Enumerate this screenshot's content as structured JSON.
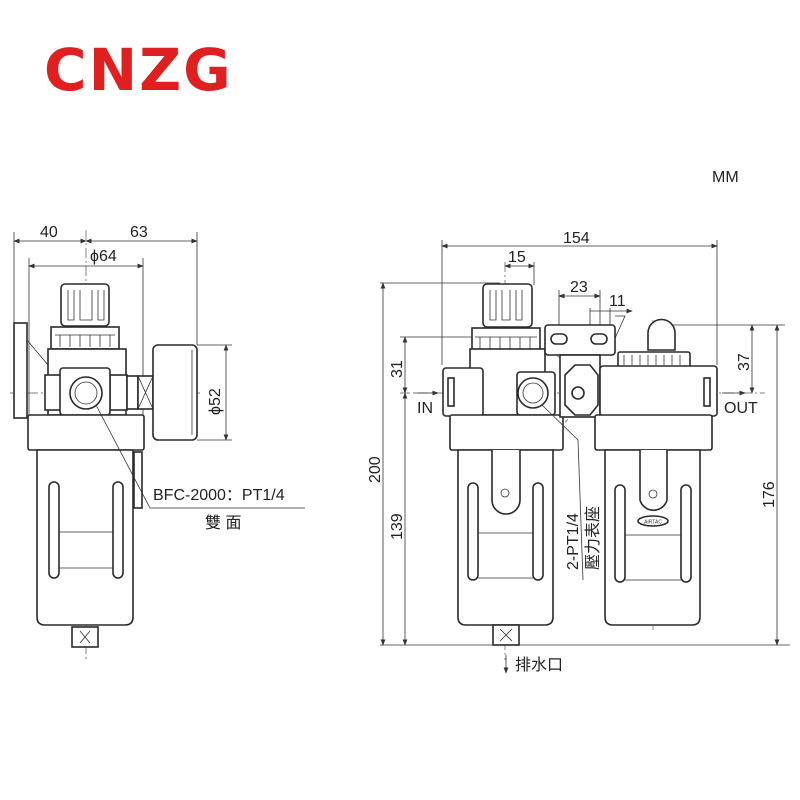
{
  "logo": {
    "text": "CNZG",
    "color": "#e02020"
  },
  "unit_label": "MM",
  "left_view": {
    "dim_40": "40",
    "dim_63": "63",
    "dim_phi64": "ϕ64",
    "dim_phi52": "ϕ52",
    "port_callout": "BFC-2000：PT1/4",
    "port_callout_sub": "雙 面"
  },
  "front_view": {
    "dim_154": "154",
    "dim_15": "15",
    "dim_23": "23",
    "dim_11": "11",
    "dim_31": "31",
    "dim_37": "37",
    "dim_200": "200",
    "dim_139": "139",
    "dim_176": "176",
    "inlet_label": "IN",
    "outlet_label": "OUT",
    "gauge_port_label": "2-PT1/4",
    "gauge_port_sub": "壓力表座",
    "drain_label": "排水口",
    "brand_mark": "AIRTAC"
  }
}
